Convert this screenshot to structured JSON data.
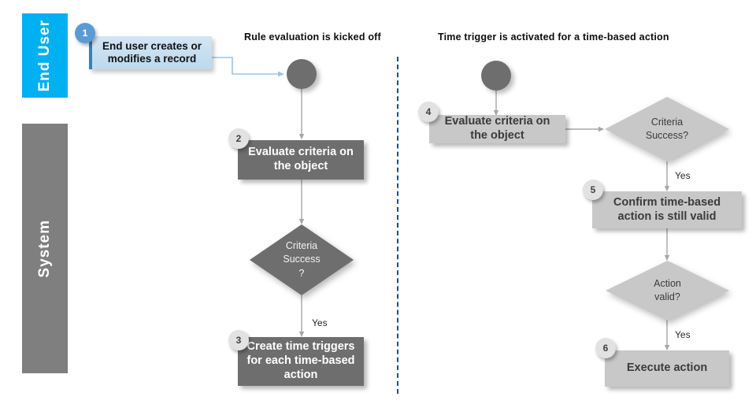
{
  "lanes": [
    {
      "id": "end-user",
      "label": "End User",
      "color": "#00b0f0"
    },
    {
      "id": "system",
      "label": "System",
      "color": "#7f7f7f"
    }
  ],
  "headings": {
    "left": "Rule evaluation is kicked off",
    "right": "Time trigger is activated for a time-based action"
  },
  "flow_left": {
    "callout": {
      "badge": "1",
      "text": "End user creates or modifies a record"
    },
    "start": {
      "name": "start-node"
    },
    "step2": {
      "badge": "2",
      "text": "Evaluate criteria on the object"
    },
    "decision": {
      "line1": "Criteria",
      "line2": "Success",
      "line3": "?"
    },
    "yes_label": "Yes",
    "step3": {
      "badge": "3",
      "text": "Create time triggers for each time-based action"
    }
  },
  "flow_right": {
    "start": {
      "name": "start-node"
    },
    "step4": {
      "badge": "4",
      "text": "Evaluate criteria on the object"
    },
    "decision1": {
      "line1": "Criteria",
      "line2": "Success?"
    },
    "yes_label_1": "Yes",
    "step5": {
      "badge": "5",
      "text": "Confirm time-based action is still valid"
    },
    "decision2": {
      "line1": "Action",
      "line2": "valid?"
    },
    "yes_label_2": "Yes",
    "step6": {
      "badge": "6",
      "text": "Execute action"
    }
  },
  "colors": {
    "lane_user": "#00b0f0",
    "lane_system": "#7f7f7f",
    "node_dark": "#6e6e6e",
    "node_light": "#c8c8c8",
    "callout_accent": "#2e83c4",
    "connector": "#a6a6a6",
    "connector_blue": "#9dc3e6",
    "divider": "#1f4e79"
  }
}
